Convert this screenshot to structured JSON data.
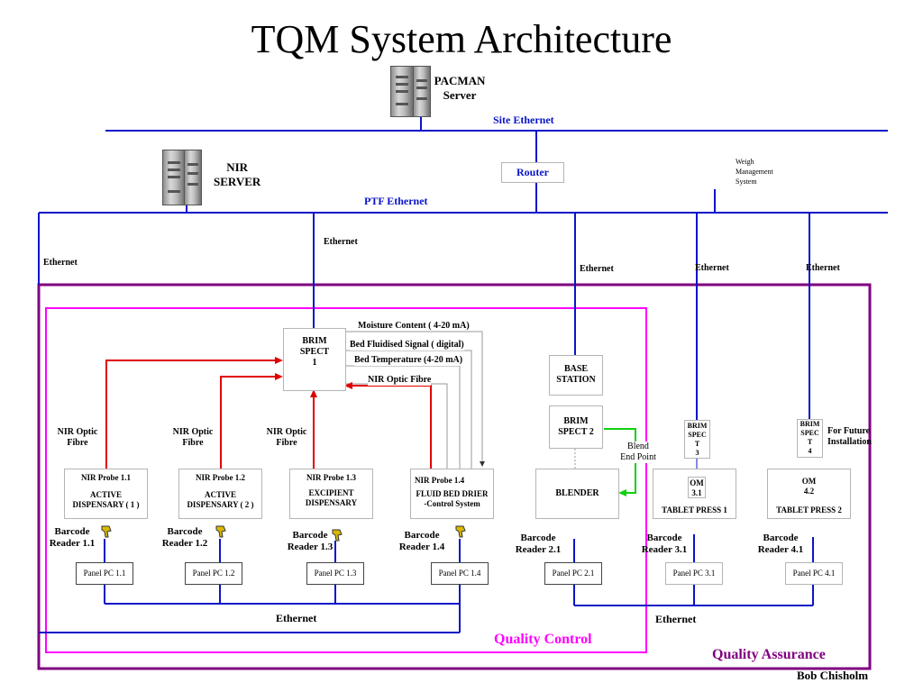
{
  "title": "TQM System Architecture",
  "author": "Bob Chisholm",
  "colors": {
    "network": "#0a14c8",
    "fibre": "#e00000",
    "blend": "#10d010",
    "signal": "#9a9a9a",
    "quality_control": "#ff00ff",
    "quality_assurance": "#800080"
  },
  "servers": {
    "pacman": [
      "PACMAN",
      "Server"
    ],
    "nir": [
      "NIR",
      "SERVER"
    ]
  },
  "networks": {
    "site": "Site Ethernet",
    "ptf": "PTF Ethernet",
    "router": "Router",
    "weigh": [
      "Weigh",
      "Management",
      "System"
    ]
  },
  "ethernet_labels": {
    "left": "Ethernet",
    "center": "Ethernet",
    "base": "Ethernet",
    "brim3": "Ethernet",
    "brim4": "Ethernet",
    "bottom_left": "Ethernet",
    "bottom_right": "Ethernet"
  },
  "brim": {
    "b1": [
      "BRIM",
      "SPECT",
      "1"
    ],
    "b2": [
      "BRIM",
      "SPECT 2"
    ],
    "b3": [
      "BRIM",
      "SPEC",
      "T",
      "3"
    ],
    "b4": [
      "BRIM",
      "SPEC",
      "T",
      "4"
    ]
  },
  "signals": {
    "moisture": "Moisture Content ( 4-20 mA)",
    "bed_signal": "Bed Fluidised Signal ( digital)",
    "bed_temp": "Bed Temperature (4-20 mA)",
    "fibre14": "NIR Optic Fibre"
  },
  "fibre_labels": {
    "f1": [
      "NIR Optic",
      "Fibre"
    ],
    "f2": [
      "NIR Optic",
      "Fibre"
    ],
    "f3": [
      "NIR Optic",
      "Fibre"
    ]
  },
  "probes": {
    "p11": [
      "NIR Probe 1.1",
      "ACTIVE",
      "DISPENSARY ( 1 )"
    ],
    "p12": [
      "NIR Probe 1.2",
      "ACTIVE",
      "DISPENSARY ( 2 )"
    ],
    "p13": [
      "NIR Probe 1.3",
      "EXCIPIENT",
      "DISPENSARY"
    ],
    "p14": [
      "NIR Probe 1.4",
      "FLUID BED DRIER",
      "-Control System"
    ]
  },
  "base_station": [
    "BASE",
    "STATION"
  ],
  "blender": "BLENDER",
  "blend_end_point": [
    "Blend",
    "End Point"
  ],
  "om": {
    "om31": [
      "OM",
      "3.1"
    ],
    "om42": [
      "OM",
      "4.2"
    ],
    "tablet1": "TABLET PRESS 1",
    "tablet2": "TABLET PRESS 2"
  },
  "future": [
    "For Future",
    "Installation"
  ],
  "barcodes": {
    "b11": [
      "Barcode",
      "Reader 1.1"
    ],
    "b12": [
      "Barcode",
      "Reader 1.2"
    ],
    "b13": [
      "Barcode",
      "Reader 1.3"
    ],
    "b14": [
      "Barcode",
      "Reader 1.4"
    ],
    "b21": [
      "Barcode",
      "Reader 2.1"
    ],
    "b31": [
      "Barcode",
      "Reader 3.1"
    ],
    "b41": [
      "Barcode",
      "Reader 4.1"
    ]
  },
  "panels": {
    "pc11": "Panel PC 1.1",
    "pc12": "Panel PC 1.2",
    "pc13": "Panel PC 1.3",
    "pc14": "Panel PC 1.4",
    "pc21": "Panel PC 2.1",
    "pc31": "Panel PC 3.1",
    "pc41": "Panel PC 4.1"
  },
  "zones": {
    "qc": "Quality Control",
    "qa": "Quality Assurance"
  }
}
